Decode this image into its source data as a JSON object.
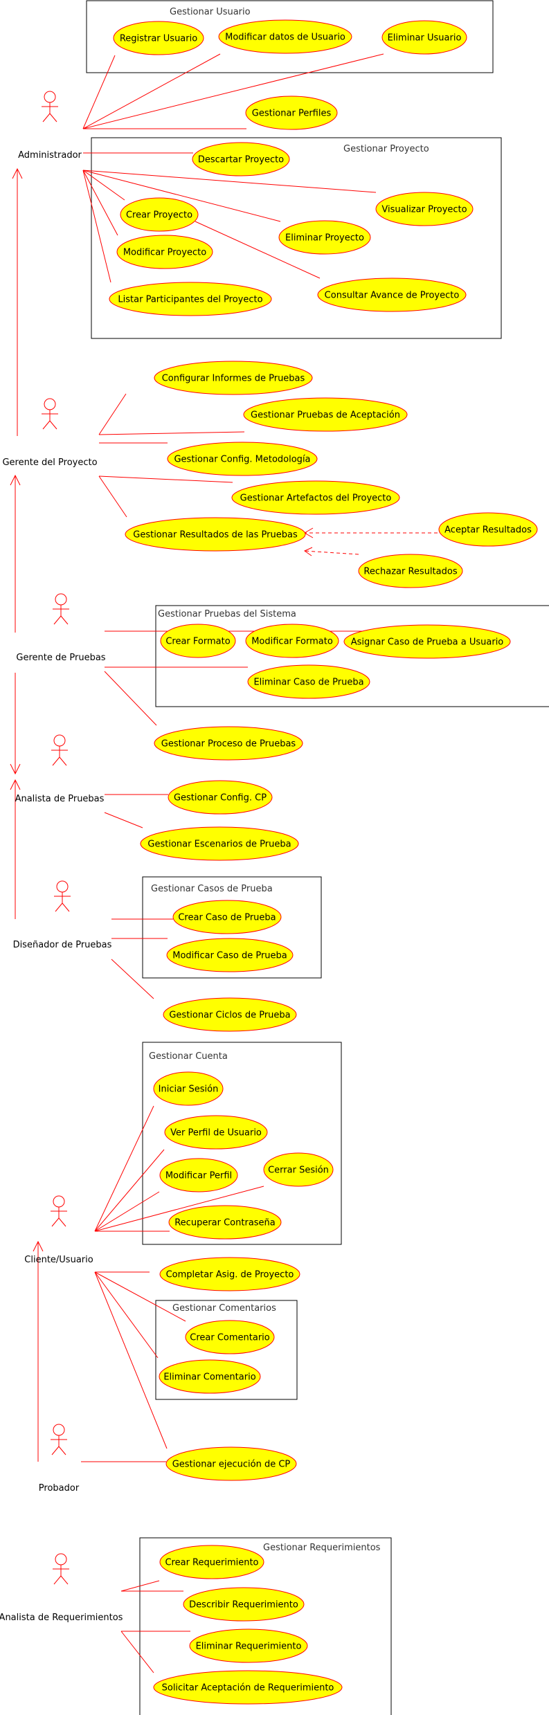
{
  "colors": {
    "usecase_fill": "#ffff00",
    "usecase_stroke": "#ff0000",
    "line": "#ff0000",
    "package_stroke": "#000000"
  },
  "packages": {
    "usuario": "Gestionar Usuario",
    "proyecto": "Gestionar Proyecto",
    "pruebas_sistema": "Gestionar Pruebas del Sistema",
    "casos_prueba": "Gestionar Casos de Prueba",
    "cuenta": "Gestionar Cuenta",
    "comentarios": "Gestionar Comentarios",
    "requerimientos": "Gestionar Requerimientos"
  },
  "actors": {
    "administrador": "Administrador",
    "gerente_proyecto": "Gerente del Proyecto",
    "gerente_pruebas": "Gerente de Pruebas",
    "analista_pruebas": "Analista de Pruebas",
    "disenador_pruebas": "Diseñador de Pruebas",
    "cliente_usuario": "Cliente/Usuario",
    "probador": "Probador",
    "analista_requerimientos": "Analista de Requerimientos"
  },
  "use_cases": {
    "registrar_usuario": "Registrar Usuario",
    "modificar_datos_usuario": "Modificar datos de Usuario",
    "eliminar_usuario": "Eliminar Usuario",
    "gestionar_perfiles": "Gestionar Perfiles",
    "descartar_proyecto": "Descartar Proyecto",
    "visualizar_proyecto": "Visualizar Proyecto",
    "crear_proyecto": "Crear Proyecto",
    "eliminar_proyecto": "Eliminar Proyecto",
    "modificar_proyecto": "Modificar Proyecto",
    "listar_participantes": "Listar Participantes del Proyecto",
    "consultar_avance": "Consultar Avance de Proyecto",
    "configurar_informes": "Configurar Informes de Pruebas",
    "gestionar_pruebas_aceptacion": "Gestionar Pruebas de Aceptación",
    "gestionar_config_metodologia": "Gestionar Config. Metodología",
    "gestionar_artefactos": "Gestionar Artefactos del Proyecto",
    "gestionar_resultados": "Gestionar Resultados de las Pruebas",
    "aceptar_resultados": "Aceptar Resultados",
    "rechazar_resultados": "Rechazar Resultados",
    "crear_formato": "Crear Formato",
    "modificar_formato": "Modificar Formato",
    "asignar_caso_prueba": "Asignar Caso de Prueba a Usuario",
    "eliminar_caso_prueba": "Eliminar Caso de Prueba",
    "gestionar_proceso_pruebas": "Gestionar Proceso de Pruebas",
    "gestionar_config_cp": "Gestionar Config. CP",
    "gestionar_escenarios": "Gestionar Escenarios de Prueba",
    "crear_caso_prueba": "Crear Caso de Prueba",
    "modificar_caso_prueba": "Modificar Caso de Prueba",
    "gestionar_ciclos": "Gestionar Ciclos de Prueba",
    "iniciar_sesion": "Iniciar Sesión",
    "ver_perfil_usuario": "Ver Perfil de Usuario",
    "cerrar_sesion": "Cerrar Sesión",
    "modificar_perfil": "Modificar Perfil",
    "recuperar_contrasena": "Recuperar Contraseña",
    "completar_asig_proyecto": "Completar Asig. de Proyecto",
    "crear_comentario": "Crear Comentario",
    "eliminar_comentario": "Eliminar Comentario",
    "gestionar_ejecucion_cp": "Gestionar ejecución de CP",
    "crear_requerimiento": "Crear Requerimiento",
    "describir_requerimiento": "Describir Requerimiento",
    "eliminar_requerimiento": "Eliminar Requerimiento",
    "solicitar_aceptacion_requerimiento": "Solicitar Aceptación de Requerimiento"
  }
}
